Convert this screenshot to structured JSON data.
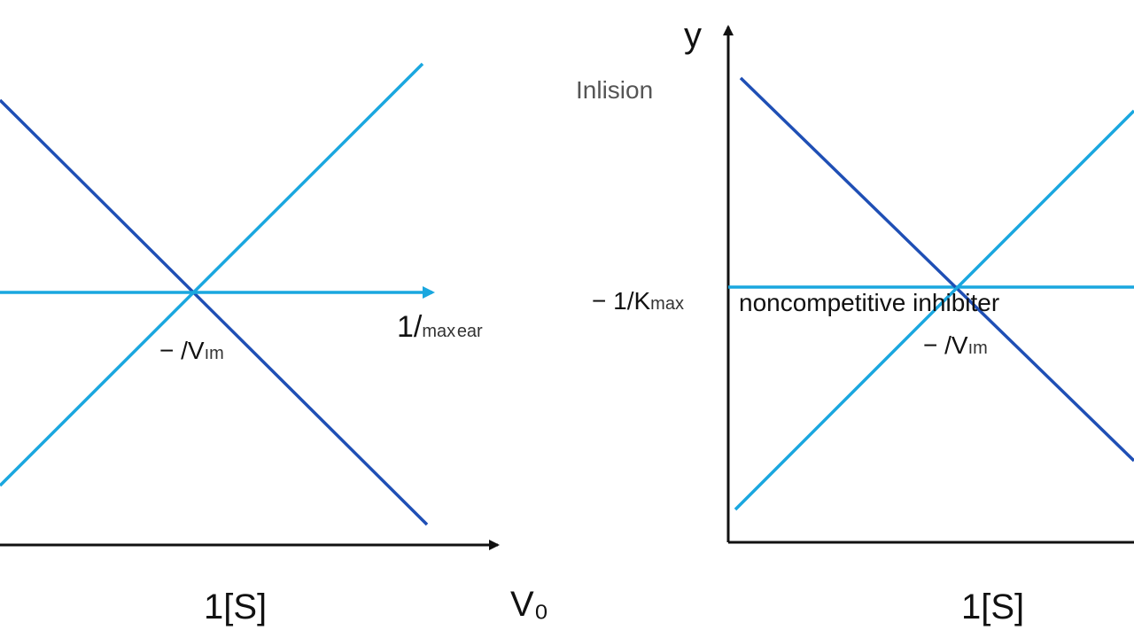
{
  "colors": {
    "dark_line": "#1f4fb5",
    "light_line": "#1aa7df",
    "axis": "#111111"
  },
  "left_panel": {
    "x_axis_label": "1[S]",
    "horizontal_arrow_label_main": "1/",
    "horizontal_arrow_label_sub": "max ear",
    "intercept_label_main": "− /V",
    "intercept_label_sub": "ım"
  },
  "middle": {
    "label": "V₀"
  },
  "right_panel": {
    "y_axis_label": "y",
    "top_label": "Inlision",
    "y_intercept_label_main": "− 1/K",
    "y_intercept_label_sub": "max",
    "inhibitor_label": "noncompetitive inhibiter",
    "intercept_label_main": "− /V",
    "intercept_label_sub": "ım",
    "x_axis_label": "1[S]"
  }
}
